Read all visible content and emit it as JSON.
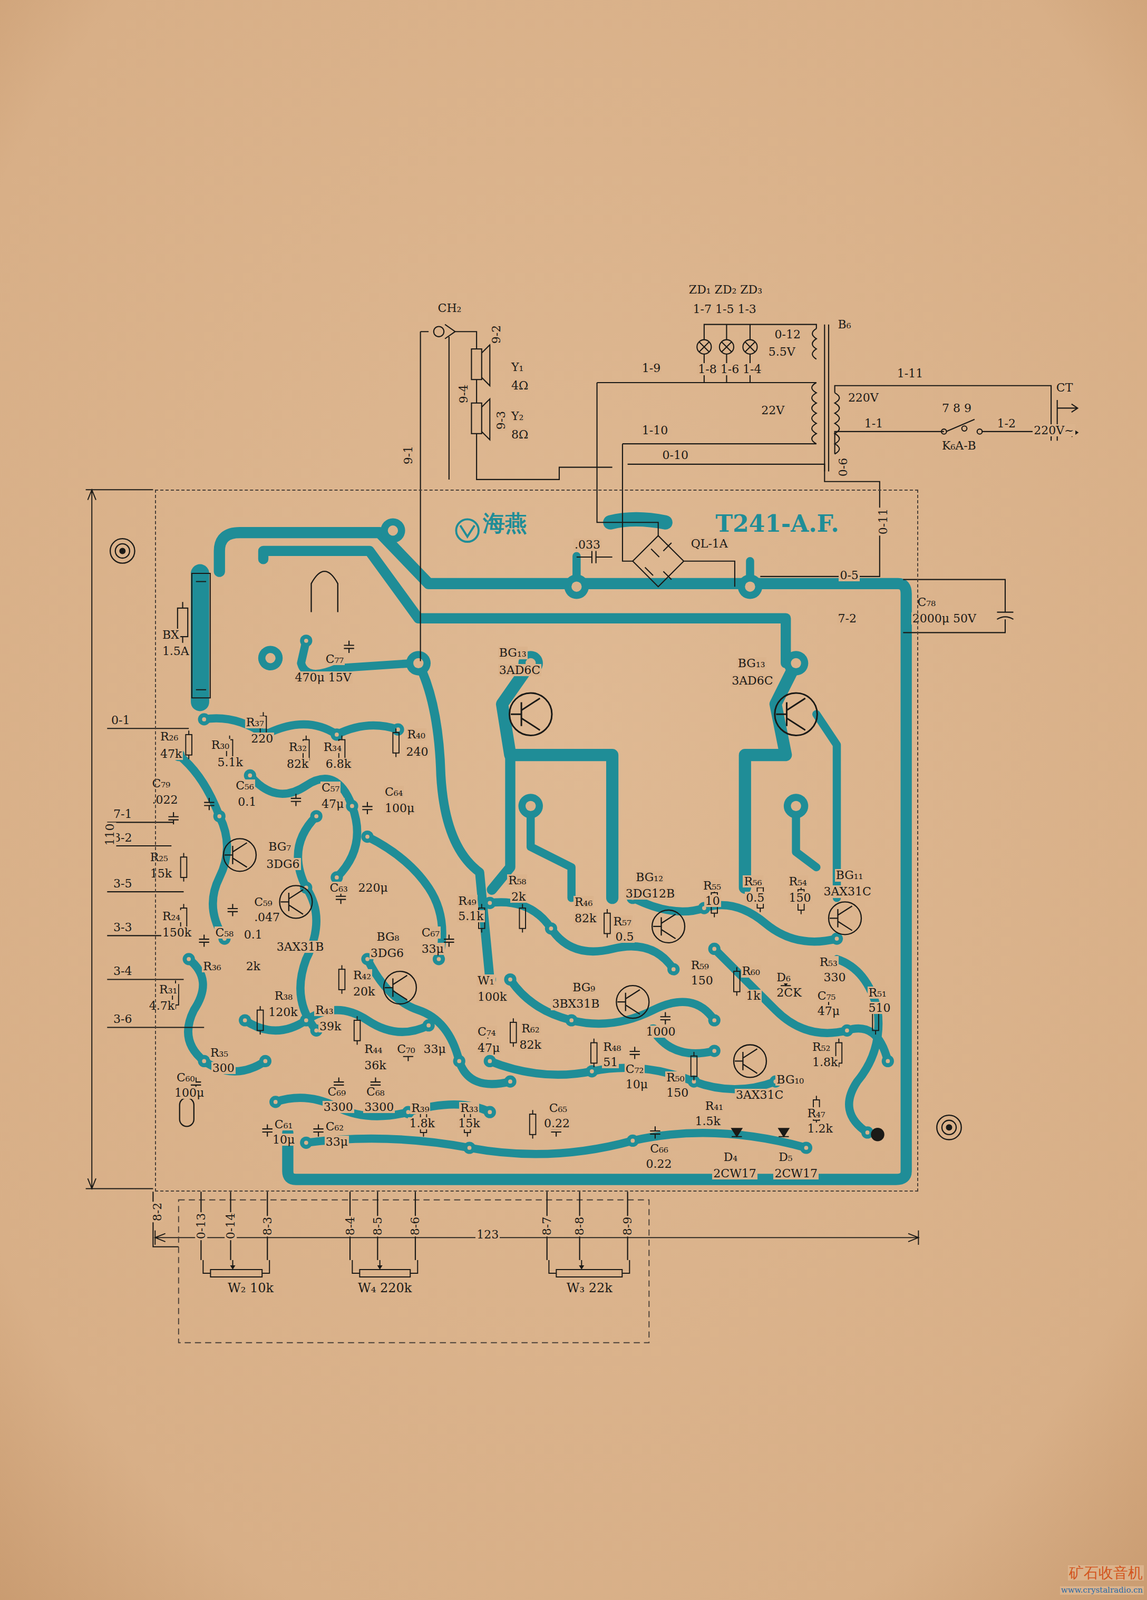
{
  "diagram": {
    "nodes": [
      {
        "text": [
          "海燕",
          "T241-A.F."
        ]
      },
      {
        "text": [
          "W₂ 10k"
        ]
      },
      {
        "text": [
          "W₄ 220k"
        ]
      },
      {
        "text": [
          "W₃ 22k"
        ]
      }
    ],
    "edges": [
      {
        "from": 1,
        "to": 0,
        "arrow": "none",
        "label": "0-13"
      },
      {
        "from": 1,
        "to": 0,
        "arrow": "none",
        "label": "0-14"
      },
      {
        "from": 1,
        "to": 0,
        "arrow": "none",
        "label": "8-3"
      },
      {
        "from": 2,
        "to": 0,
        "arrow": "none",
        "label": "8-4"
      },
      {
        "from": 2,
        "to": 0,
        "arrow": "none",
        "label": "8-5"
      },
      {
        "from": 2,
        "to": 0,
        "arrow": "none",
        "label": "8-6"
      },
      {
        "from": 3,
        "to": 0,
        "arrow": "none",
        "label": "8-7"
      },
      {
        "from": 3,
        "to": 0,
        "arrow": "none",
        "label": "8-8"
      },
      {
        "from": 3,
        "to": 0,
        "arrow": "none",
        "label": "8-9"
      }
    ],
    "labels": [
      "CH₂",
      "9-2",
      "Y₁",
      "4Ω",
      "9-4",
      "9-3",
      "Y₂",
      "8Ω",
      "9-1",
      "ZD₁ ZD₂ ZD₃",
      "1-7 1-5 1-3",
      "0-12",
      "5.5V",
      "B₆",
      "1-9",
      "1-8 1-6 1-4",
      "22V",
      "1-11",
      "220V",
      "1-1",
      "7 8 9",
      "1-2",
      "CT",
      "220V~",
      "K₆A-B",
      "1-10",
      "0-10",
      "0-6",
      "0-11",
      ".033",
      "QL-1A",
      "0-5",
      "7-2",
      "C₇₈",
      "2000μ 50V",
      "BX",
      "1.5A",
      "C₇₇",
      "470μ 15V",
      "BG₁₃",
      "3AD6C",
      "BG₁₃",
      "3AD6C",
      "0-1",
      "R₂₆",
      "47k",
      "R₃₀",
      "5.1k",
      "R₃₇",
      "220",
      "R₃₂",
      "82k",
      "R₃₄",
      "6.8k",
      "R₄₀",
      "240",
      "C₇₉",
      ".022",
      "C₅₆",
      "0.1",
      "C₅₇",
      "47μ",
      "C₆₄",
      "100μ",
      "7-1",
      "3-2",
      "R₂₅",
      "15k",
      "BG₇",
      "3DG6",
      "3-5",
      "C₅₉",
      ".047",
      "R₂₄",
      "150k",
      "C₆₃",
      "220μ",
      "3-3",
      "C₅₈",
      "0.1",
      "3AX31B",
      "BG₈",
      "3DG6",
      "C₆₇",
      "33μ",
      "R₄₉",
      "5.1k",
      "3-4",
      "R₃₆",
      "2k",
      "R₃₁",
      "4.7k",
      "R₃₈",
      "120k",
      "R₄₂",
      "20k",
      "R₄₃",
      "39k",
      "3-6",
      "R₃₅",
      "300",
      "R₄₄",
      "36k",
      "C₇₀",
      "33μ",
      "C₆₀",
      "100μ",
      "C₆₉",
      "3300",
      "C₆₈",
      "3300",
      "R₃₉",
      "1.8k",
      "R₃₃",
      "15k",
      "C₆₅",
      "0.22",
      "C₆₁",
      "10μ",
      "C₆₂",
      "33μ",
      "R₅₈",
      "2k",
      "R₄₆",
      "82k",
      "R₅₇",
      "0.5",
      "BG₁₂",
      "3DG12B",
      "W₁",
      "100k",
      "BG₉",
      "3BX31B",
      "C₇₄",
      "47μ",
      "R₆₂",
      "82k",
      "R₄₈",
      "51",
      "C₇₂",
      "10μ",
      "1000",
      "R₅₀",
      "150",
      "R₅₉",
      "150",
      "R₆₀",
      "1k",
      "D₆",
      "2CK",
      "R₅₅",
      "10",
      "R₅₆",
      "0.5",
      "R₅₄",
      "150",
      "BG₁₁",
      "3AX31C",
      "R₅₃",
      "330",
      "C₇₅",
      "47μ",
      "R₅₁",
      "510",
      "R₅₂",
      "1.8k",
      "BG₁₀",
      "3AX31C",
      "R₄₁",
      "1.5k",
      "R₄₇",
      "1.2k",
      "C₆₆",
      "0.22",
      "D₄",
      "2CW17",
      "D₅",
      "2CW17",
      "8-2",
      "110",
      "123",
      "矿石收音机",
      "www.crystalradio.cn"
    ]
  }
}
